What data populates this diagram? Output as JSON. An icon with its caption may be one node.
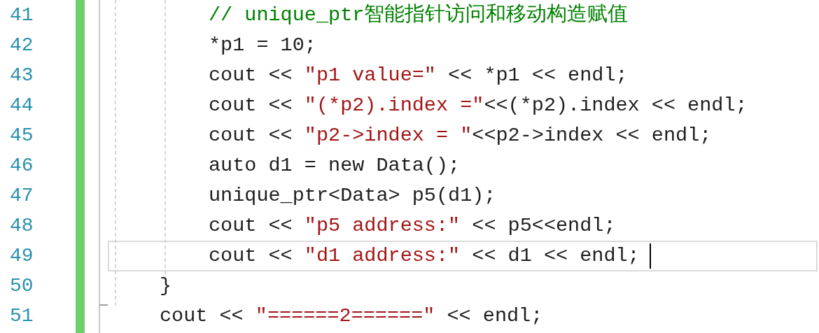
{
  "diagram": {
    "labels": [
      "41",
      "// unique_ptr智能指针访问和移动构造赋值",
      "42",
      "*p1 = 10;",
      "43",
      "cout << \"p1 value=\" << *p1 << endl;",
      "44",
      "cout << \"(*p2).index =\"<<(*p2).index << endl;",
      "45",
      "cout << \"p2->index = \"<<p2->index << endl;",
      "46",
      "auto d1 = new Data();",
      "47",
      "unique_ptr<Data> p5(d1);",
      "48",
      "cout << \"p5 address:\" << p5<<endl;",
      "49",
      "cout << \"d1 address:\" << d1 << endl;",
      "50",
      "}",
      "51",
      "cout << \"======2======\" << endl;"
    ]
  }
}
